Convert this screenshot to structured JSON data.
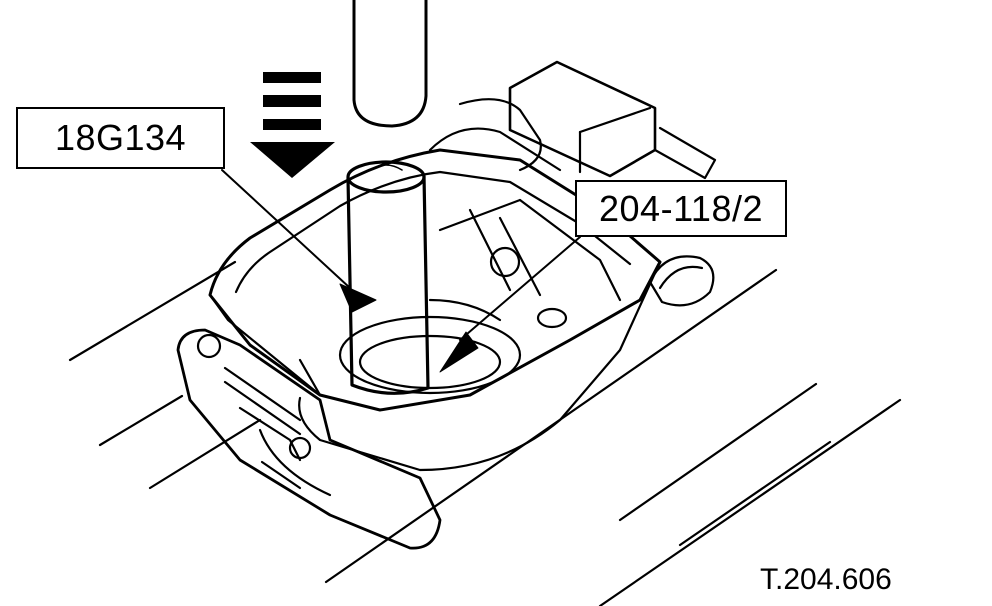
{
  "labels": {
    "tool_left": "18G134",
    "tool_right": "204-118/2"
  },
  "figure_ref": "T.204.606",
  "colors": {
    "ink": "#000000",
    "paper": "#ffffff"
  }
}
